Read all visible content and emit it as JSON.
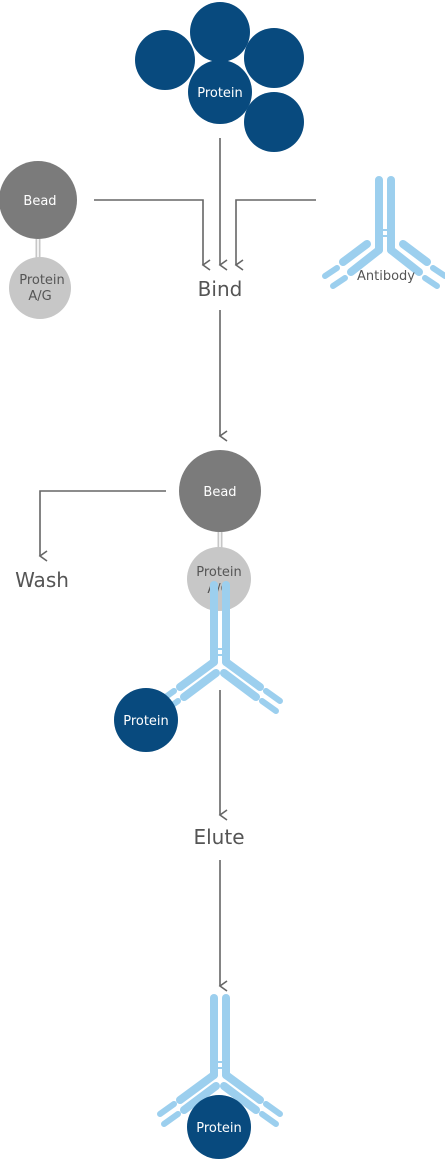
{
  "labels": {
    "protein": "Protein",
    "bead": "Bead",
    "protein_ag_line1": "Protein",
    "protein_ag_line2": "A/G",
    "antibody": "Antibody"
  },
  "steps": {
    "bind": "Bind",
    "wash": "Wash",
    "elute": "Elute"
  },
  "colors": {
    "protein": "#084a7e",
    "bead": "#7b7b7b",
    "protein_ag": "#c7c7c7",
    "antibody": "#9ccfee",
    "arrow": "#666666"
  }
}
